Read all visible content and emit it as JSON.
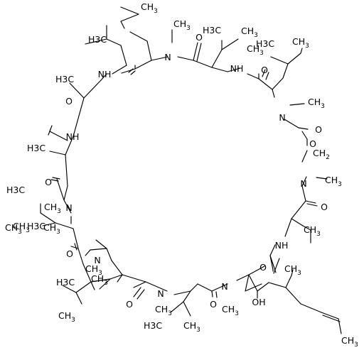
{
  "structure": {
    "atoms": [
      {
        "id": "N1",
        "text": "N"
      },
      {
        "id": "N2",
        "text": "NH"
      },
      {
        "id": "N3",
        "text": "N"
      },
      {
        "id": "N4",
        "text": "N"
      },
      {
        "id": "N5",
        "text": "NH"
      },
      {
        "id": "N6",
        "text": "N"
      },
      {
        "id": "N7",
        "text": "N"
      },
      {
        "id": "N8",
        "text": "N"
      },
      {
        "id": "N9",
        "text": "N"
      },
      {
        "id": "N10",
        "text": "NH"
      },
      {
        "id": "N11",
        "text": "NH"
      },
      {
        "id": "O1",
        "text": "O"
      },
      {
        "id": "O2",
        "text": "O"
      },
      {
        "id": "O3",
        "text": "O"
      },
      {
        "id": "O4",
        "text": "O"
      },
      {
        "id": "O5",
        "text": "O"
      },
      {
        "id": "O6",
        "text": "O"
      },
      {
        "id": "O7",
        "text": "O"
      },
      {
        "id": "O8",
        "text": "O"
      },
      {
        "id": "O9",
        "text": "O"
      },
      {
        "id": "O10",
        "text": "O"
      },
      {
        "id": "O11",
        "text": "O"
      },
      {
        "id": "OH",
        "text": "OH"
      }
    ],
    "labels": [
      {
        "id": "ch3-a",
        "text": "CH",
        "sub": "3"
      },
      {
        "id": "h3c-a",
        "text": "H3C"
      },
      {
        "id": "ch3-b",
        "text": "CH",
        "sub": "3"
      },
      {
        "id": "ch3-c",
        "text": "CH",
        "sub": "3"
      },
      {
        "id": "ch3-d",
        "text": "CH",
        "sub": "3"
      },
      {
        "id": "h3c-b",
        "text": "H3C"
      },
      {
        "id": "h3c-c",
        "text": "H3C"
      },
      {
        "id": "ch3-e",
        "text": "CH",
        "sub": "3"
      },
      {
        "id": "ch3-f",
        "text": "CH",
        "sub": "3"
      },
      {
        "id": "h3c-d",
        "text": "H3C"
      },
      {
        "id": "ch3-g",
        "text": "CH",
        "sub": "3"
      },
      {
        "id": "ch3-h",
        "text": "CH",
        "sub": "3"
      },
      {
        "id": "ch3-i",
        "text": "CH",
        "sub": "3"
      },
      {
        "id": "h3c-e",
        "text": "H3C"
      },
      {
        "id": "ch3-j",
        "text": "CH",
        "sub": "3"
      },
      {
        "id": "ch3-k",
        "text": "CH",
        "sub": "3"
      },
      {
        "id": "h3c-f",
        "text": "H3C"
      },
      {
        "id": "ch3-l",
        "text": "CH",
        "sub": "3"
      },
      {
        "id": "h3c-g",
        "text": "H3C"
      },
      {
        "id": "ch3-m",
        "text": "CH",
        "sub": "3"
      },
      {
        "id": "ch3-n",
        "text": "CH",
        "sub": "3"
      },
      {
        "id": "h3c-h",
        "text": "H3C"
      },
      {
        "id": "h3c-i",
        "text": "H3C"
      },
      {
        "id": "ch3-o",
        "text": "CH",
        "sub": "3"
      },
      {
        "id": "ch3-p",
        "text": "CH",
        "sub": "3"
      },
      {
        "id": "ch3-q",
        "text": "CH",
        "sub": "3"
      },
      {
        "id": "ch3-r",
        "text": "CH",
        "sub": "3"
      },
      {
        "id": "ch2",
        "text": "CH",
        "sub": "2"
      },
      {
        "id": "ch3-s",
        "text": "CH",
        "sub": "3"
      },
      {
        "id": "ch3-t",
        "text": "CH",
        "sub": "3"
      }
    ]
  }
}
